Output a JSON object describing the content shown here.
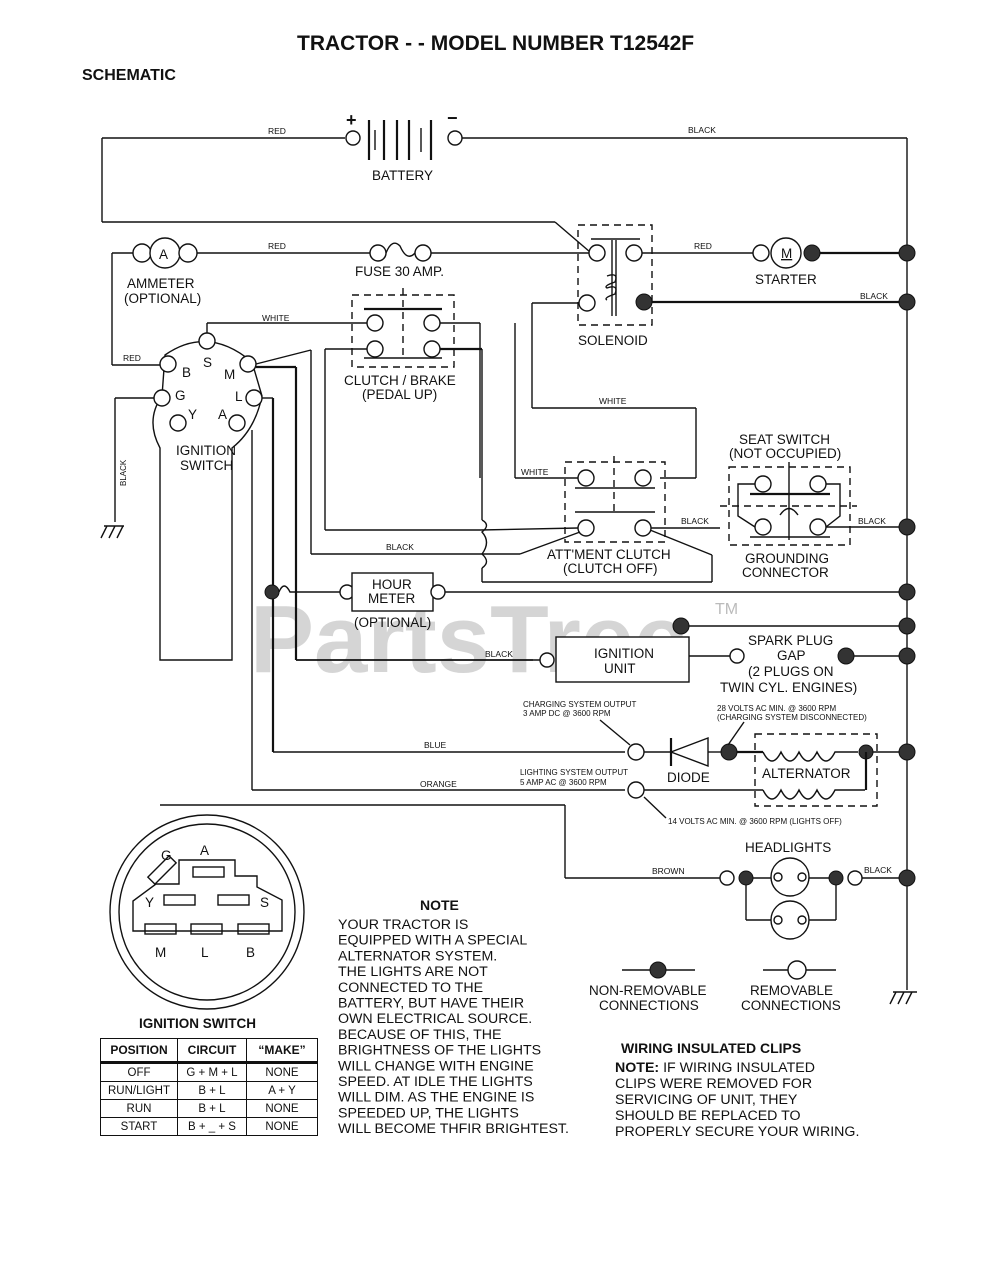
{
  "header": {
    "title": "TRACTOR - - MODEL NUMBER T12542F",
    "subtitle": "SCHEMATIC"
  },
  "watermark": {
    "text": "PartsTree",
    "trademark": "TM"
  },
  "components": {
    "battery": {
      "label": "BATTERY",
      "plus": "+",
      "minus": "−"
    },
    "ammeter": {
      "symbol": "A",
      "label1": "AMMETER",
      "label2": "(OPTIONAL)"
    },
    "fuse": {
      "label": "FUSE 30 AMP."
    },
    "solenoid": {
      "label": "SOLENOID"
    },
    "starter": {
      "symbol": "M",
      "label": "STARTER"
    },
    "clutch_brake": {
      "label1": "CLUTCH / BRAKE",
      "label2": "(PEDAL UP)"
    },
    "ignition_switch": {
      "label1": "IGNITION",
      "label2": "SWITCH",
      "terminals": [
        "S",
        "B",
        "M",
        "G",
        "L",
        "Y",
        "A"
      ]
    },
    "seat_switch": {
      "label1": "SEAT SWITCH",
      "label2": "(NOT OCCUPIED)"
    },
    "grounding_connector": {
      "label1": "GROUNDING",
      "label2": "CONNECTOR"
    },
    "attachment_clutch": {
      "label1": "ATT'MENT CLUTCH",
      "label2": "(CLUTCH OFF)"
    },
    "hour_meter": {
      "label1": "HOUR",
      "label2": "METER",
      "label3": "(OPTIONAL)"
    },
    "ignition_unit": {
      "label1": "IGNITION",
      "label2": "UNIT"
    },
    "spark_plug": {
      "label1": "SPARK PLUG",
      "label2": "GAP",
      "label3": "(2 PLUGS ON",
      "label4": "TWIN CYL. ENGINES)"
    },
    "diode": {
      "label": "DIODE"
    },
    "alternator": {
      "label": "ALTERNATOR"
    },
    "headlights": {
      "label": "HEADLIGHTS"
    }
  },
  "wires": {
    "battery_pos": "RED",
    "battery_neg": "BLACK",
    "ammeter_fuse": "RED",
    "solenoid_starter": "RED",
    "solenoid_ground": "BLACK",
    "ignition_b": "RED",
    "ignition_s": "WHITE",
    "ignition_ground": "BLACK",
    "solenoid_white": "WHITE",
    "att_clutch_white": "WHITE",
    "att_clutch_black": "BLACK",
    "seat_black": "BLACK",
    "clutch_black": "BLACK",
    "ignition_unit": "BLACK",
    "charging": "BLUE",
    "lighting": "ORANGE",
    "headlight_feed": "BROWN",
    "headlight_ground": "BLACK"
  },
  "annotations": {
    "charging_output1": "CHARGING SYSTEM OUTPUT",
    "charging_output2": "3 AMP DC @ 3600 RPM",
    "alt_volts1": "28 VOLTS AC MIN. @ 3600 RPM",
    "alt_volts2": "(CHARGING SYSTEM DISCONNECTED)",
    "lighting_output1": "LIGHTING SYSTEM OUTPUT",
    "lighting_output2": "5 AMP AC @ 3600 RPM",
    "lights_off": "14 VOLTS AC MIN. @ 3600 RPM (LIGHTS OFF)"
  },
  "legend": {
    "non_removable1": "NON-REMOVABLE",
    "non_removable2": "CONNECTIONS",
    "removable1": "REMOVABLE",
    "removable2": "CONNECTIONS"
  },
  "switch_face": {
    "title": "IGNITION SWITCH",
    "terminals": {
      "g": "G",
      "a": "A",
      "y": "Y",
      "s": "S",
      "m": "M",
      "l": "L",
      "b": "B"
    }
  },
  "switch_table": {
    "headers": [
      "POSITION",
      "CIRCUIT",
      "“MAKE”"
    ],
    "rows": [
      [
        "OFF",
        "G + M + L",
        "NONE"
      ],
      [
        "RUN/LIGHT",
        "B + L",
        "A + Y"
      ],
      [
        "RUN",
        "B + L",
        "NONE"
      ],
      [
        "START",
        "B + _ + S",
        "NONE"
      ]
    ]
  },
  "note": {
    "heading": "NOTE",
    "lines": [
      "YOUR TRACTOR IS",
      "EQUIPPED WITH A SPECIAL",
      "ALTERNATOR SYSTEM.",
      "THE LIGHTS ARE NOT",
      "CONNECTED TO THE",
      "BATTERY, BUT HAVE THEIR",
      "OWN ELECTRICAL SOURCE.",
      "BECAUSE OF THIS, THE",
      "BRIGHTNESS OF THE LIGHTS",
      "WILL CHANGE WITH ENGINE",
      "SPEED.  AT IDLE THE LIGHTS",
      "WILL DIM.  AS THE ENGINE IS",
      "SPEEDED UP, THE LIGHTS",
      "WILL BECOME THFIR BRIGHTEST."
    ]
  },
  "clips_note": {
    "heading": "WIRING INSULATED CLIPS",
    "lead": "NOTE:",
    "lines": [
      " IF WIRING INSULATED",
      "CLIPS WERE REMOVED FOR",
      "SERVICING OF UNIT, THEY",
      "SHOULD BE REPLACED TO",
      "PROPERLY SECURE YOUR WIRING."
    ]
  }
}
